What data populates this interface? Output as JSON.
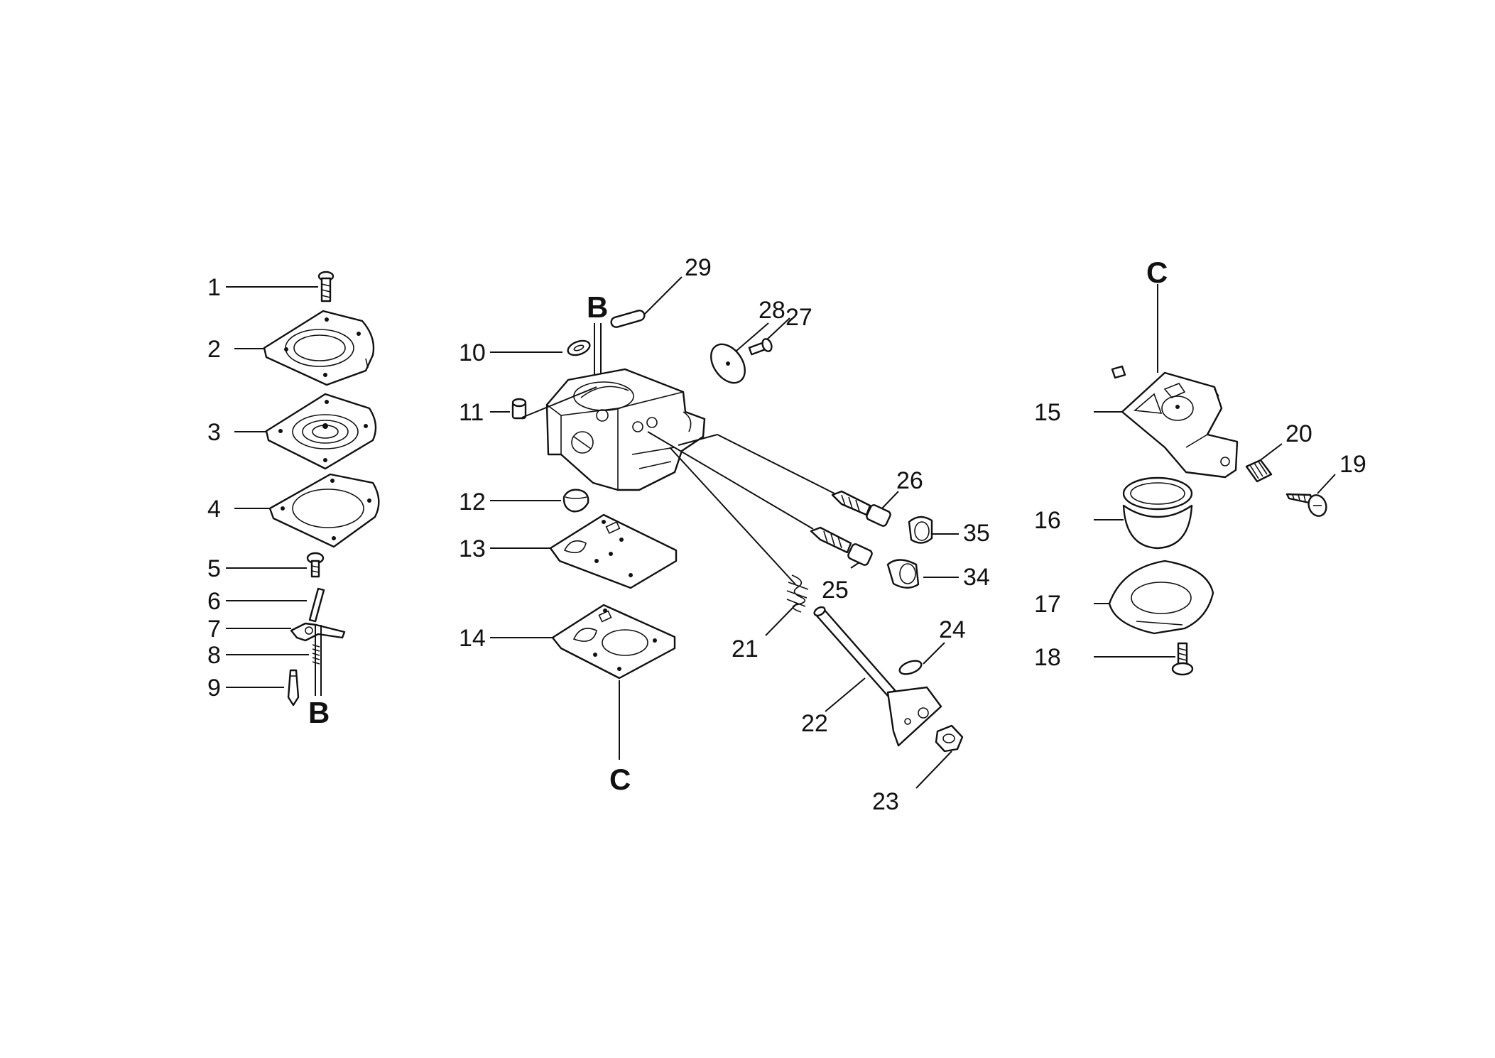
{
  "part_labels": {
    "p1": "1",
    "p2": "2",
    "p3": "3",
    "p4": "4",
    "p5": "5",
    "p6": "6",
    "p7": "7",
    "p8": "8",
    "p9": "9",
    "p10": "10",
    "p11": "11",
    "p12": "12",
    "p13": "13",
    "p14": "14",
    "p15": "15",
    "p16": "16",
    "p17": "17",
    "p18": "18",
    "p19": "19",
    "p20": "20",
    "p21": "21",
    "p22": "22",
    "p23": "23",
    "p24": "24",
    "p25": "25",
    "p26": "26",
    "p27": "27",
    "p28": "28",
    "p29": "29",
    "p34": "34",
    "p35": "35"
  },
  "reference_labels": {
    "b_upper": "B",
    "b_lower": "B",
    "c_lower": "C",
    "c_upper": "C"
  }
}
